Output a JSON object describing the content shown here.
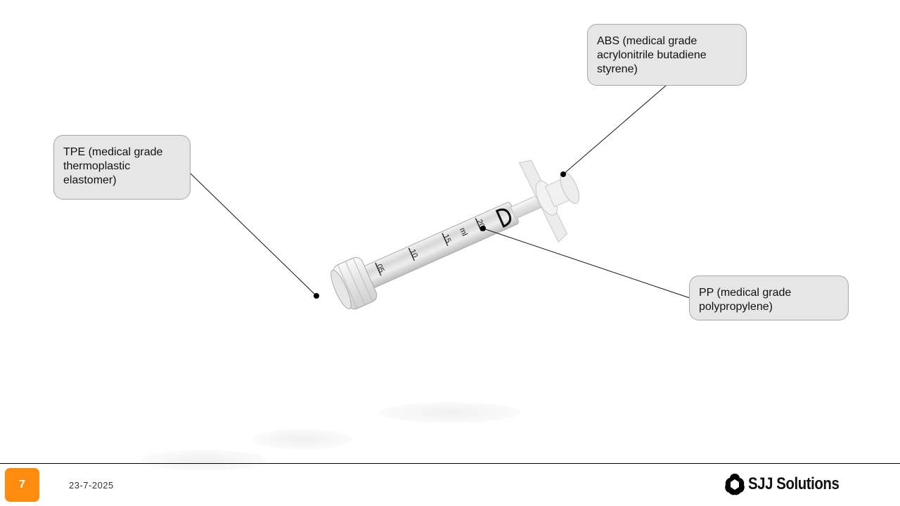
{
  "callouts": {
    "tpe": "TPE (medical grade thermoplastic elastomer)",
    "abs": "ABS (medical grade acrylonitrile butadiene styrene)",
    "pp": "PP (medical grade polypropylene)"
  },
  "syringe": {
    "scale_labels": [
      ".05",
      ".10",
      ".15",
      ".20"
    ],
    "unit": "ml"
  },
  "footer": {
    "page_number": "7",
    "date": "23-7-2025",
    "logo_text": "SJJ Solutions",
    "accent_color": "#ff8c0f"
  }
}
